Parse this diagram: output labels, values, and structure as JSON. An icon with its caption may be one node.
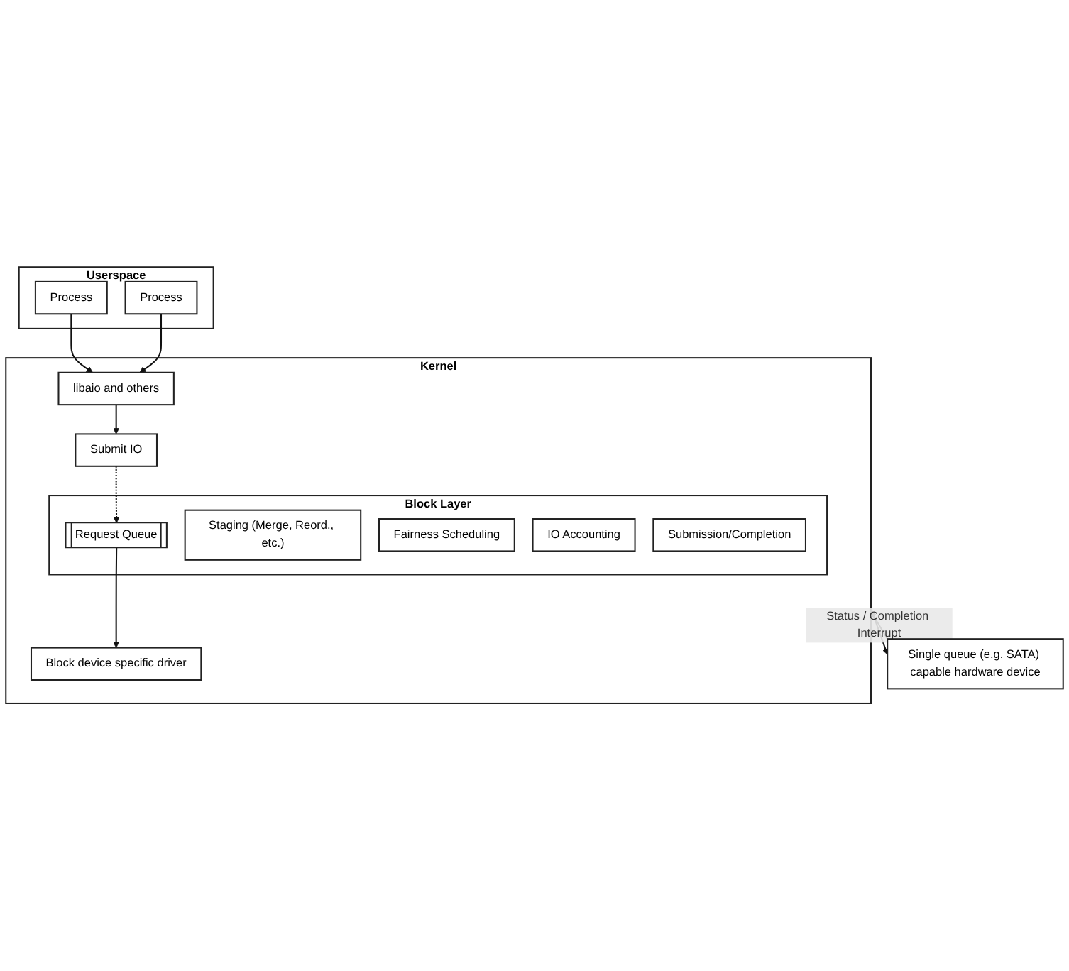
{
  "diagram": {
    "nodes": [
      {
        "text": [
          "Userspace"
        ]
      },
      {
        "text": [
          "Process"
        ],
        "in": 0
      },
      {
        "text": [
          "Process"
        ],
        "in": 0
      },
      {
        "text": [
          "Kernel"
        ]
      },
      {
        "text": [
          "libaio and others"
        ],
        "in": 3
      },
      {
        "text": [
          "Submit IO"
        ],
        "in": 3
      },
      {
        "text": [
          "Block Layer"
        ],
        "in": 3
      },
      {
        "text": [
          "Submission/Completion"
        ],
        "in": 6
      },
      {
        "text": [
          "Staging (Merge, Reord., etc.)"
        ],
        "in": 6
      },
      {
        "text": [
          "Fairness Scheduling"
        ],
        "in": 6
      },
      {
        "text": [
          "IO Accounting"
        ],
        "in": 6
      },
      {
        "text": [
          "Request Queue"
        ],
        "in": 6
      },
      {
        "text": [
          "Block device specific driver"
        ],
        "in": 3
      },
      {
        "text": [
          "Single queue (e.g. SATA) capable hardware device"
        ]
      }
    ],
    "edges": [
      {
        "from": 1,
        "to": 4,
        "arrow": "to"
      },
      {
        "from": 2,
        "to": 4,
        "arrow": "to"
      },
      {
        "from": 4,
        "to": 5,
        "arrow": "to"
      },
      {
        "from": 5,
        "to": 11,
        "arrow": "to",
        "style": "dashed"
      },
      {
        "from": 11,
        "to": 12,
        "arrow": "to"
      },
      {
        "from": 3,
        "to": 13,
        "arrow": "to"
      },
      {
        "from": 13,
        "to": 3,
        "arrow": "to",
        "label": "Status / Completion Interrupt"
      }
    ]
  }
}
